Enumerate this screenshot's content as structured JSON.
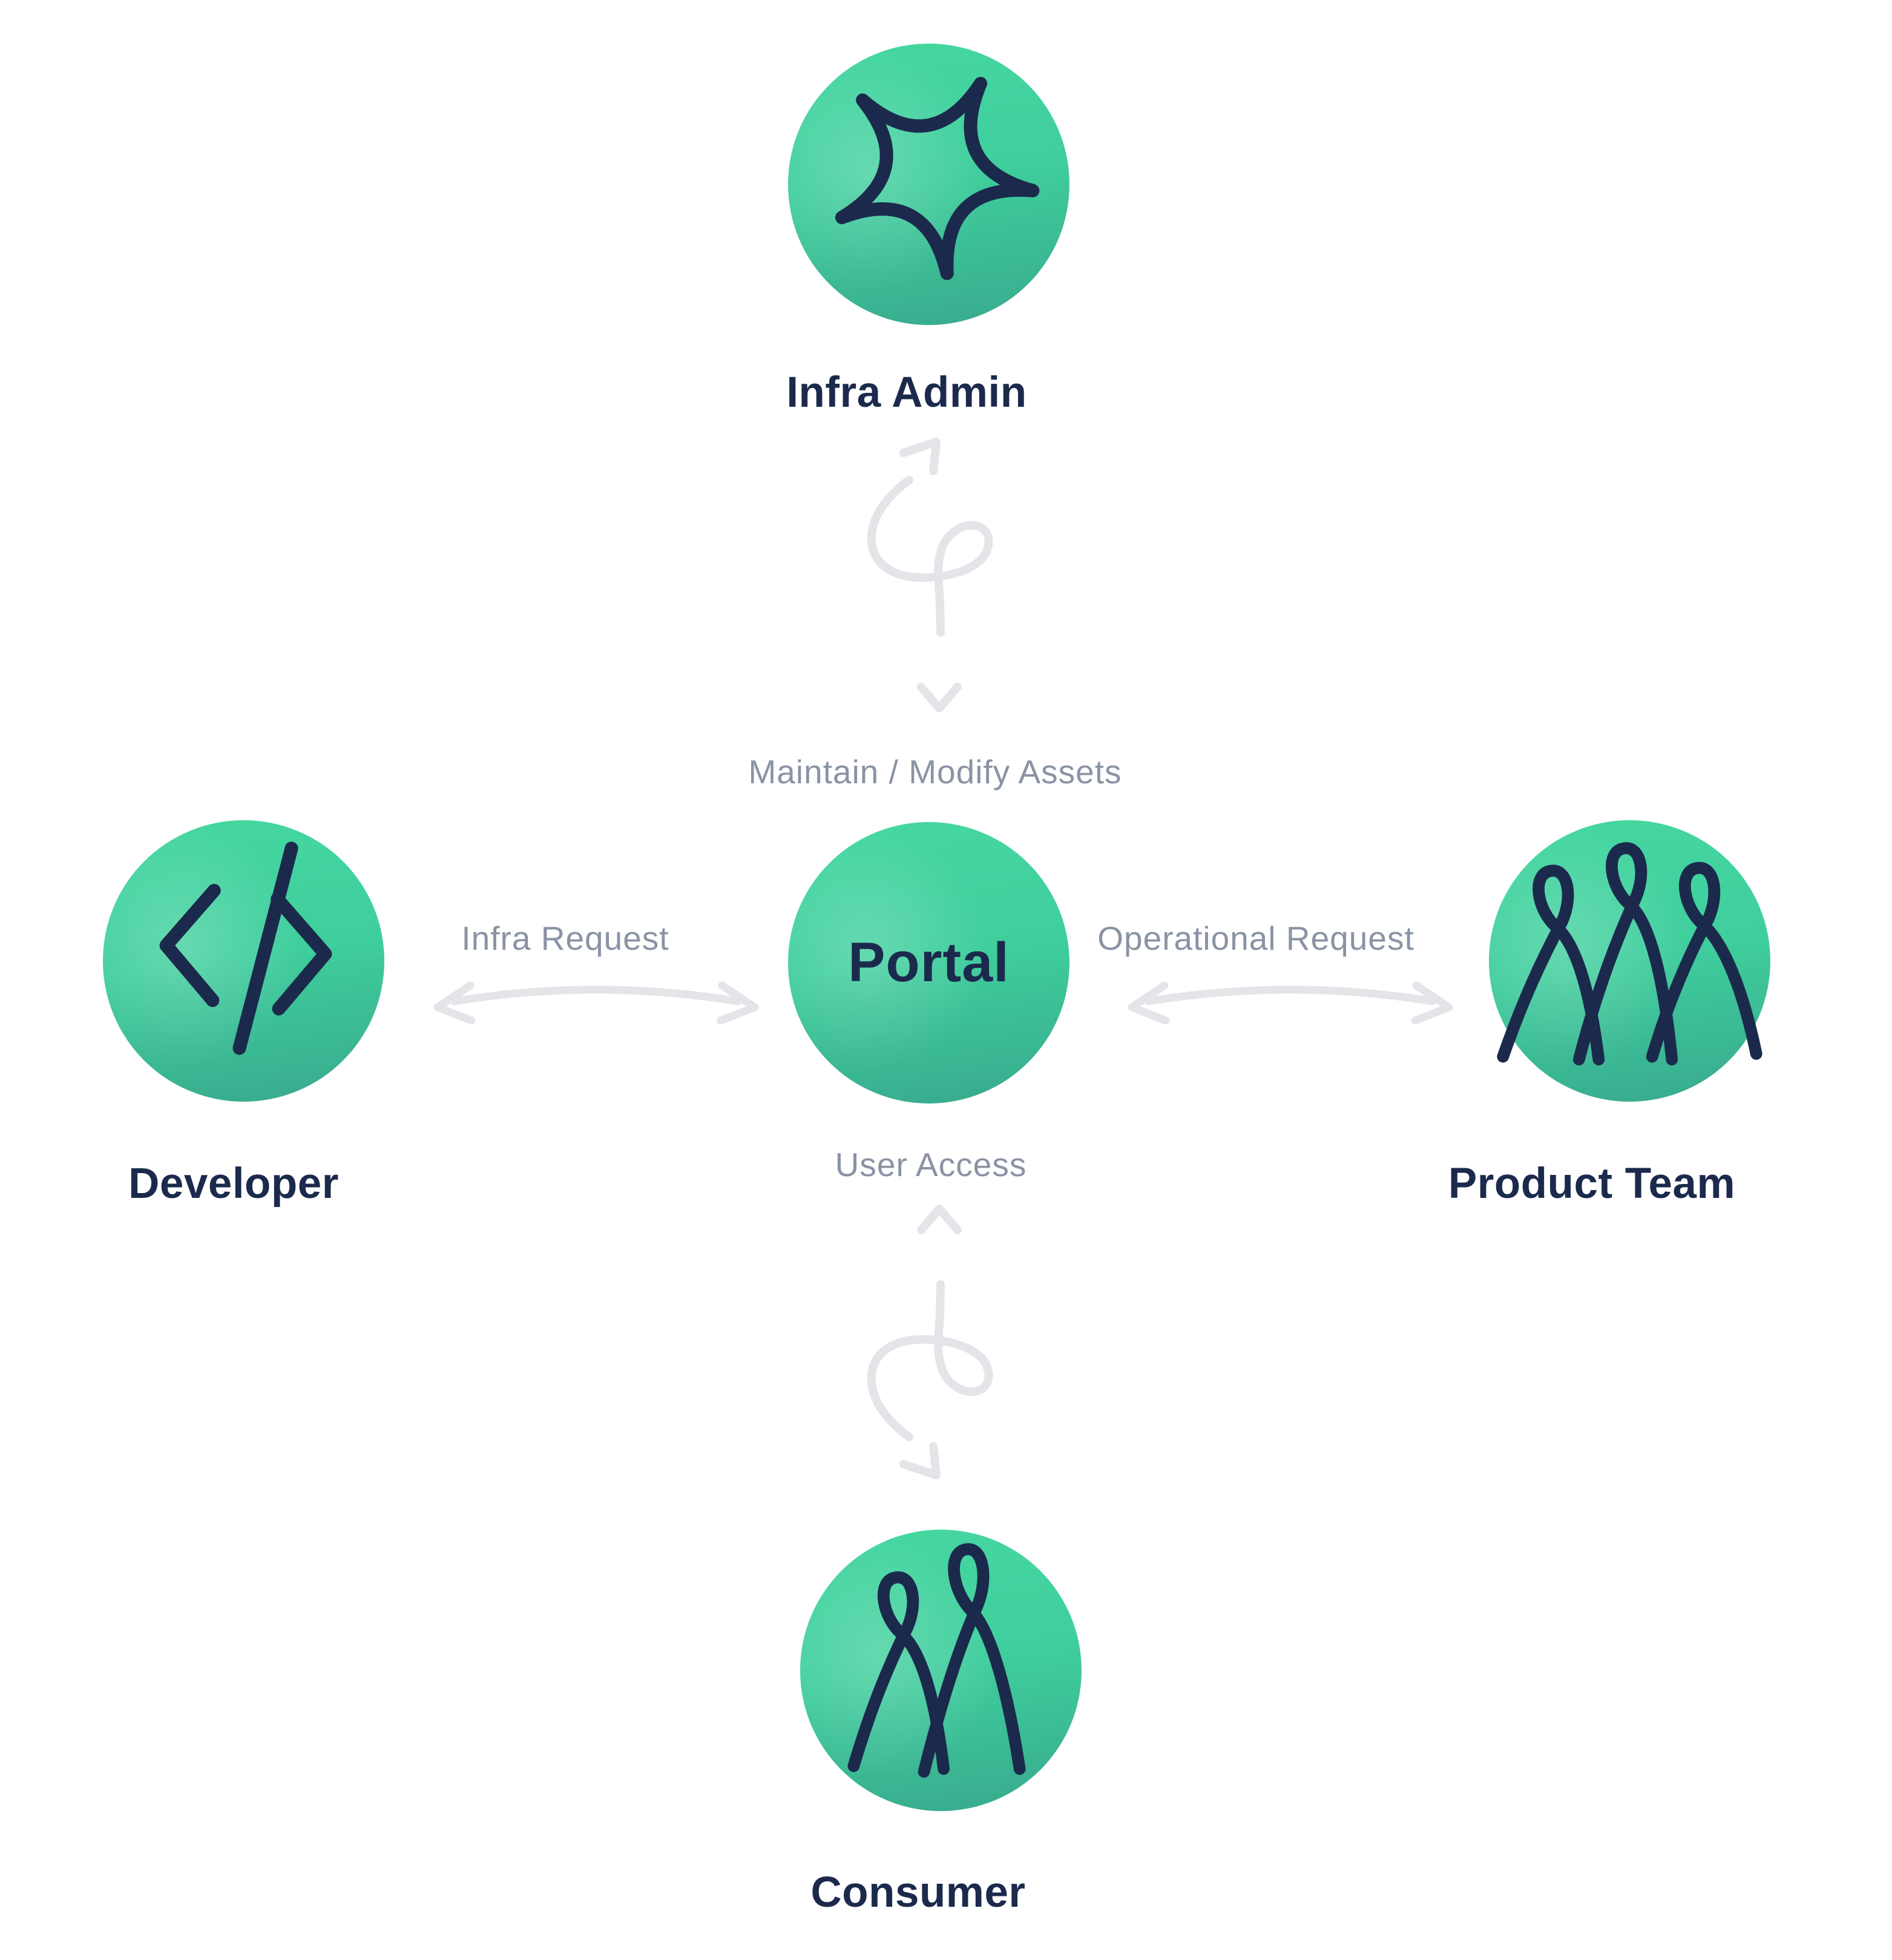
{
  "diagram": {
    "portal": {
      "label": "Portal",
      "icon": "portal-hub-node"
    },
    "actors": [
      {
        "label": "Infra Admin",
        "icon": "star-burst-icon"
      },
      {
        "label": "Developer",
        "icon": "code-brackets-icon"
      },
      {
        "label": "Product Team",
        "icon": "team-loops-icon"
      },
      {
        "label": "Consumer",
        "icon": "person-loops-icon"
      }
    ],
    "connections": [
      {
        "from": "Infra Admin",
        "to": "Portal",
        "label": "Maintain / Modify Assets",
        "style": "curly-double-arrow"
      },
      {
        "from": "Developer",
        "to": "Portal",
        "label": "Infra Request",
        "style": "arc-double-arrow"
      },
      {
        "from": "Product Team",
        "to": "Portal",
        "label": "Operational Request",
        "style": "arc-double-arrow"
      },
      {
        "from": "Consumer",
        "to": "Portal",
        "label": "User Access",
        "style": "curly-double-arrow"
      }
    ],
    "colors": {
      "green_1": "#46d7a1",
      "green_2": "#38a98d",
      "navy": "#1b2a4c",
      "arrow": "#e3e5e9",
      "gray_text": "#8a93a4"
    }
  }
}
